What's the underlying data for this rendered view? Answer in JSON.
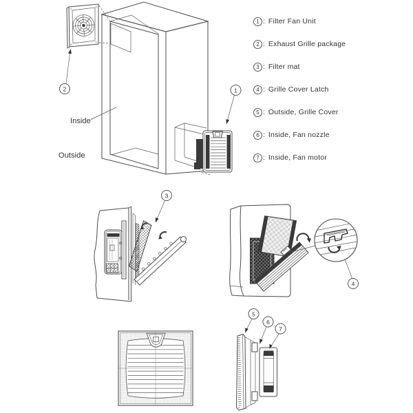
{
  "legend": {
    "separator": ":",
    "items": [
      {
        "num": "1",
        "label": "Filter Fan Unit"
      },
      {
        "num": "2",
        "label": "Exhaust Grille package"
      },
      {
        "num": "3",
        "label": "Filter mat"
      },
      {
        "num": "4",
        "label": "Grille Cover Latch"
      },
      {
        "num": "5",
        "label": "Outside, Grille Cover"
      },
      {
        "num": "6",
        "label": "Inside, Fan nozzle"
      },
      {
        "num": "7",
        "label": "Inside, Fan motor"
      }
    ]
  },
  "cabinet_figure": {
    "inside_label": "Inside",
    "outside_label": "Outside",
    "callouts": {
      "filter_fan_unit": "1",
      "exhaust_grille": "2"
    }
  },
  "filter_mat_figure": {
    "callouts": {
      "filter_mat": "3"
    }
  },
  "latch_figure": {
    "callouts": {
      "grille_cover_latch": "4"
    }
  },
  "exploded_figure": {
    "callouts": {
      "grille_cover": "5",
      "fan_nozzle": "6",
      "fan_motor": "7"
    }
  },
  "colors": {
    "background": "#ffffff",
    "line": "#4b4b4b",
    "dark_fill": "#3a3a3a",
    "text": "#333333"
  }
}
